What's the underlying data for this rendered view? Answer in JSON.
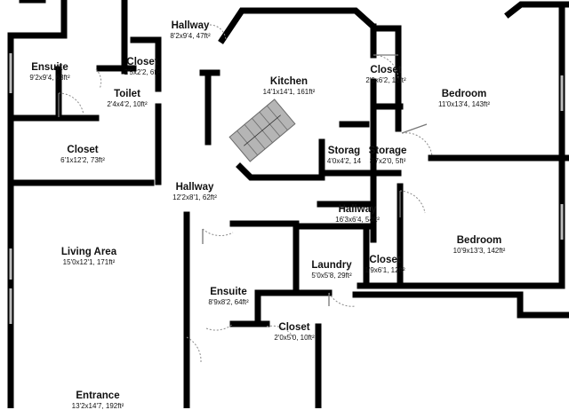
{
  "floorplan": {
    "rooms": [
      {
        "id": "ensuite-top",
        "name": "Ensuite",
        "dims": "9'2x9'4, 63ft²"
      },
      {
        "id": "closet-top-small",
        "name": "Closet",
        "dims": "2'5x2'2, 6ft²"
      },
      {
        "id": "hallway-top",
        "name": "Hallway",
        "dims": "8'2x9'4, 47ft²"
      },
      {
        "id": "toilet",
        "name": "Toilet",
        "dims": "2'4x4'2, 10ft²"
      },
      {
        "id": "kitchen",
        "name": "Kitchen",
        "dims": "14'1x14'1, 161ft²"
      },
      {
        "id": "closet-kitchen",
        "name": "Closet",
        "dims": "2'0x6'2, 12ft²"
      },
      {
        "id": "bedroom-top",
        "name": "Bedroom",
        "dims": "11'0x13'4, 143ft²"
      },
      {
        "id": "closet-left",
        "name": "Closet",
        "dims": "6'1x12'2, 73ft²"
      },
      {
        "id": "storage-1",
        "name": "Storag",
        "dims": "4'0x4'2, 14"
      },
      {
        "id": "storage-2",
        "name": "Storage",
        "dims": "3'7x2'0, 5ft²"
      },
      {
        "id": "hallway-mid",
        "name": "Hallway",
        "dims": "12'2x8'1, 62ft²"
      },
      {
        "id": "hallway-right",
        "name": "Hallway",
        "dims": "16'3x6'4, 54ft²"
      },
      {
        "id": "bedroom-right",
        "name": "Bedroom",
        "dims": "10'9x13'3, 142ft²"
      },
      {
        "id": "living-area",
        "name": "Living Area",
        "dims": "15'0x12'1, 171ft²"
      },
      {
        "id": "laundry",
        "name": "Laundry",
        "dims": "5'0x5'8, 29ft²"
      },
      {
        "id": "closet-laundry",
        "name": "Closet",
        "dims": "1'9x6'1, 12ft²"
      },
      {
        "id": "ensuite-mid",
        "name": "Ensuite",
        "dims": "8'9x8'2, 64ft²"
      },
      {
        "id": "closet-bottom",
        "name": "Closet",
        "dims": "2'0x5'0, 10ft²"
      },
      {
        "id": "entrance",
        "name": "Entrance",
        "dims": "13'2x14'7, 192ft²"
      }
    ]
  }
}
